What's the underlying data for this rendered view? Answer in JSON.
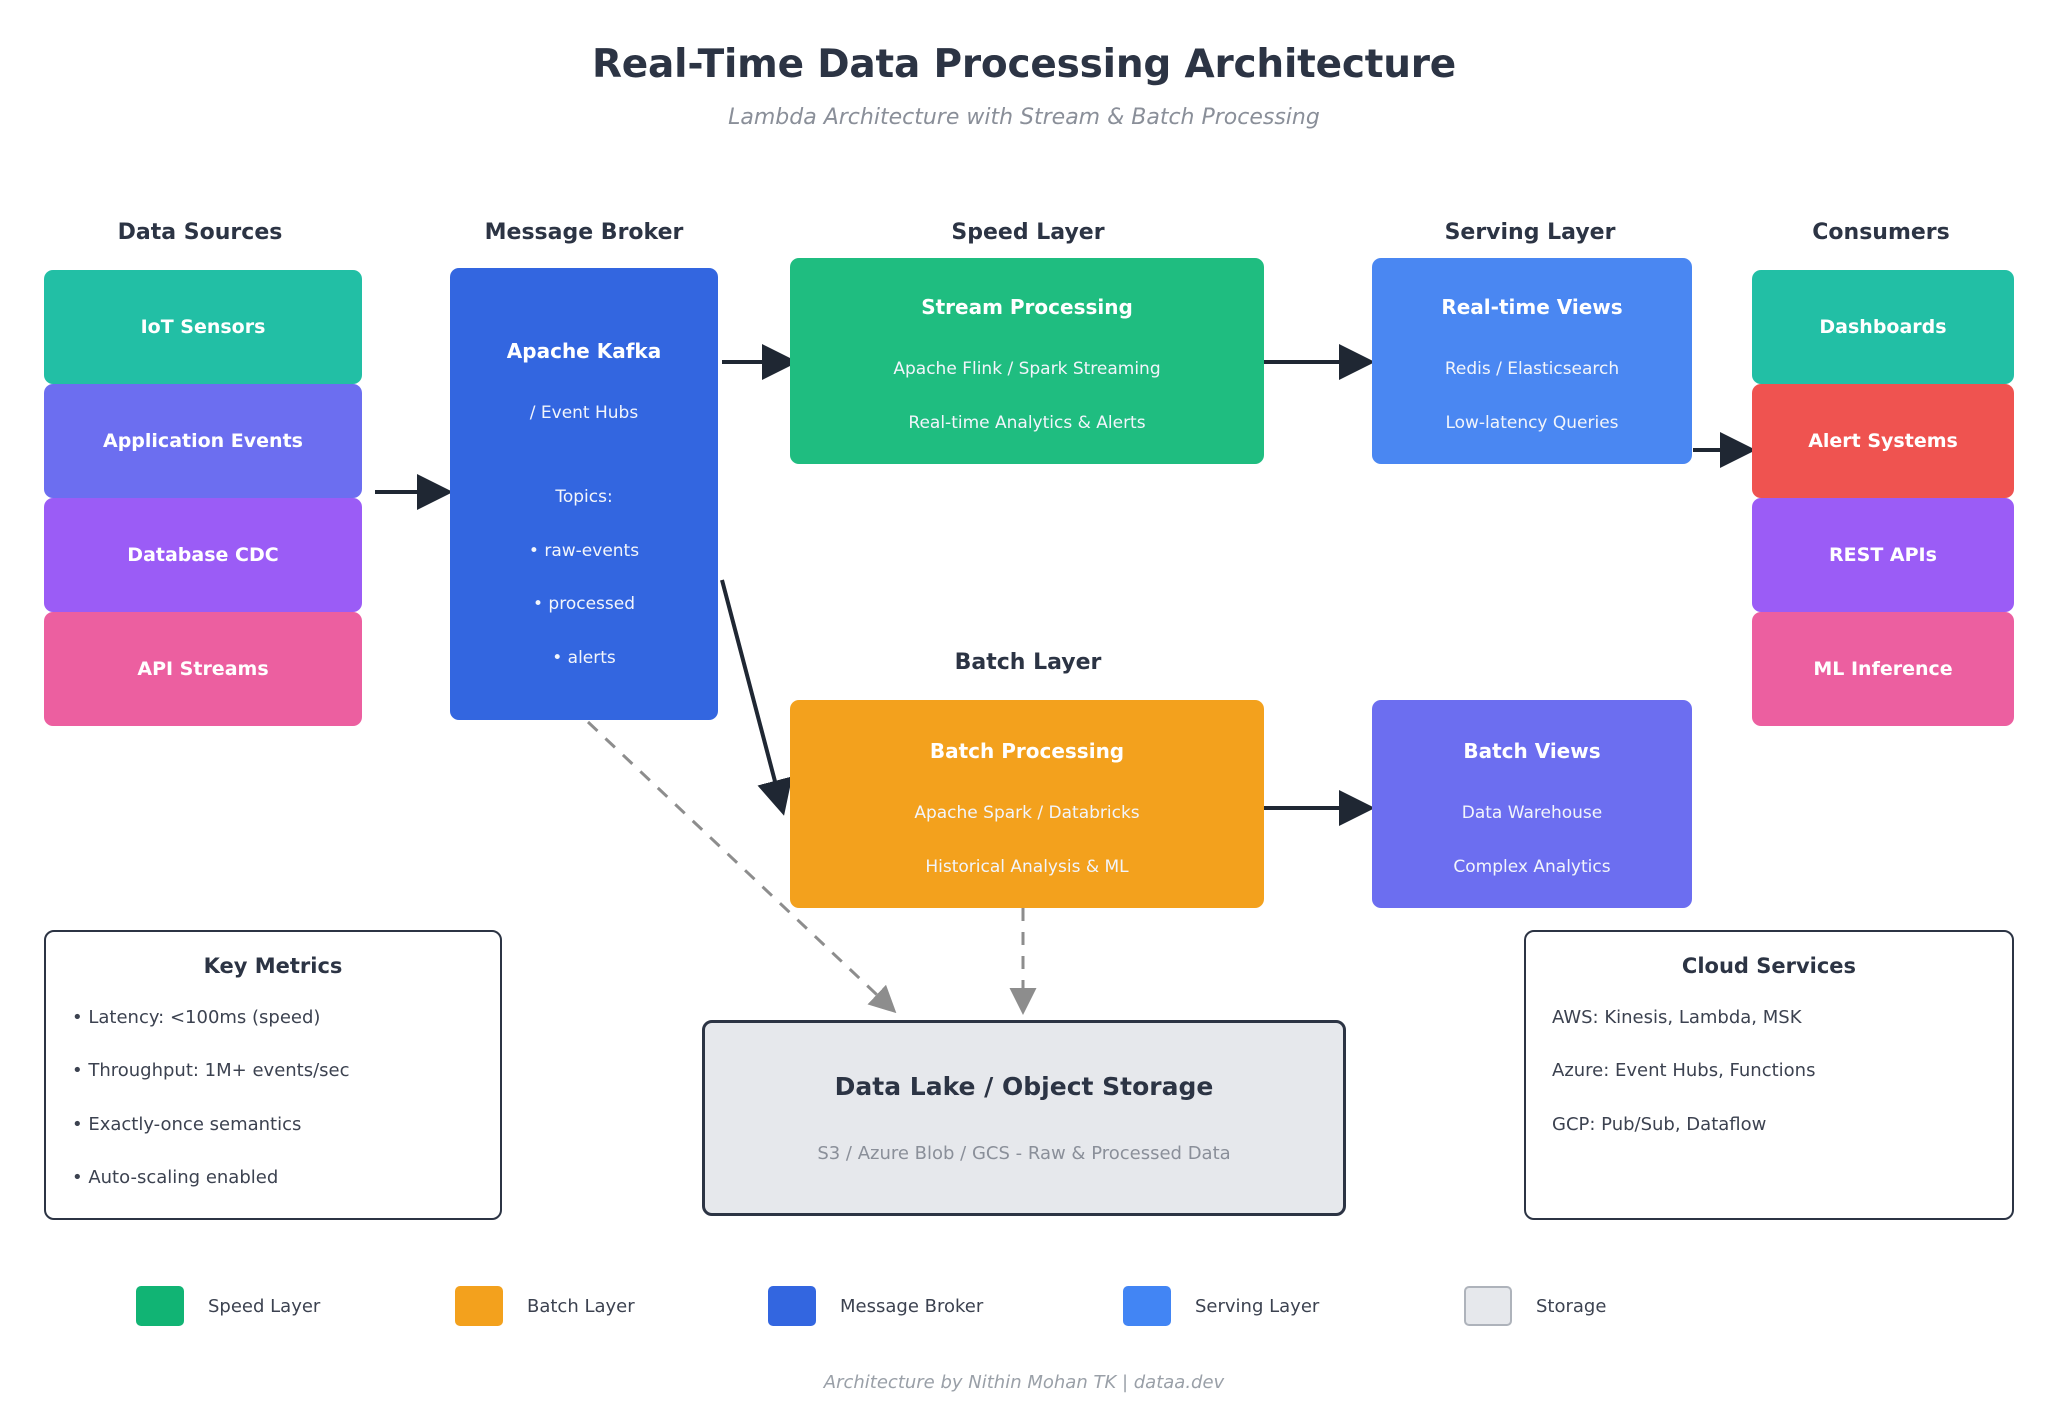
{
  "title": "Real-Time Data Processing Architecture",
  "subtitle": "Lambda Architecture with Stream & Batch Processing",
  "columns": {
    "data_sources": "Data Sources",
    "message_broker": "Message Broker",
    "speed_layer": "Speed Layer",
    "serving_layer": "Serving Layer",
    "consumers": "Consumers",
    "batch_layer": "Batch Layer"
  },
  "sources": [
    {
      "label": "IoT Sensors",
      "color": "#22bfa5"
    },
    {
      "label": "Application Events",
      "color": "#6c6ef0"
    },
    {
      "label": "Database CDC",
      "color": "#9b5cf6"
    },
    {
      "label": "API Streams",
      "color": "#ec5fa0"
    }
  ],
  "kafka": {
    "title": "Apache Kafka",
    "subtitle": "/ Event Hubs",
    "topics_label": "Topics:",
    "topics": [
      "• raw-events",
      "• processed",
      "• alerts"
    ],
    "color": "#3366e0"
  },
  "stream_processing": {
    "title": "Stream Processing",
    "line1": "Apache Flink / Spark Streaming",
    "line2": "Real-time Analytics & Alerts",
    "color": "#1fbd80"
  },
  "realtime_views": {
    "title": "Real-time Views",
    "line1": "Redis / Elasticsearch",
    "line2": "Low-latency Queries",
    "color": "#4a87f2"
  },
  "batch_processing": {
    "title": "Batch Processing",
    "line1": "Apache Spark / Databricks",
    "line2": "Historical Analysis & ML",
    "color": "#f3a11d"
  },
  "batch_views": {
    "title": "Batch Views",
    "line1": "Data Warehouse",
    "line2": "Complex Analytics",
    "color": "#6c6ef0"
  },
  "consumers": [
    {
      "label": "Dashboards",
      "color": "#22bfa5"
    },
    {
      "label": "Alert Systems",
      "color": "#ef5350"
    },
    {
      "label": "REST APIs",
      "color": "#9b5cf6"
    },
    {
      "label": "ML Inference",
      "color": "#ec5fa0"
    }
  ],
  "key_metrics": {
    "title": "Key Metrics",
    "items": [
      "• Latency: <100ms (speed)",
      "• Throughput: 1M+ events/sec",
      "• Exactly-once semantics",
      "• Auto-scaling enabled"
    ]
  },
  "cloud_services": {
    "title": "Cloud Services",
    "items": [
      "AWS: Kinesis, Lambda, MSK",
      "Azure: Event Hubs, Functions",
      "GCP: Pub/Sub, Dataflow"
    ]
  },
  "data_lake": {
    "title": "Data Lake / Object Storage",
    "subtitle": "S3 / Azure Blob / GCS - Raw & Processed Data",
    "color": "#e6e8ec"
  },
  "legend": [
    {
      "label": "Speed Layer",
      "color": "#11b474",
      "bordered": false
    },
    {
      "label": "Batch Layer",
      "color": "#f3a11d",
      "bordered": false
    },
    {
      "label": "Message Broker",
      "color": "#3366e0",
      "bordered": false
    },
    {
      "label": "Serving Layer",
      "color": "#4285f4",
      "bordered": false
    },
    {
      "label": "Storage",
      "color": "#e6e8ec",
      "bordered": true
    }
  ],
  "footer": "Architecture by Nithin Mohan TK | dataa.dev"
}
